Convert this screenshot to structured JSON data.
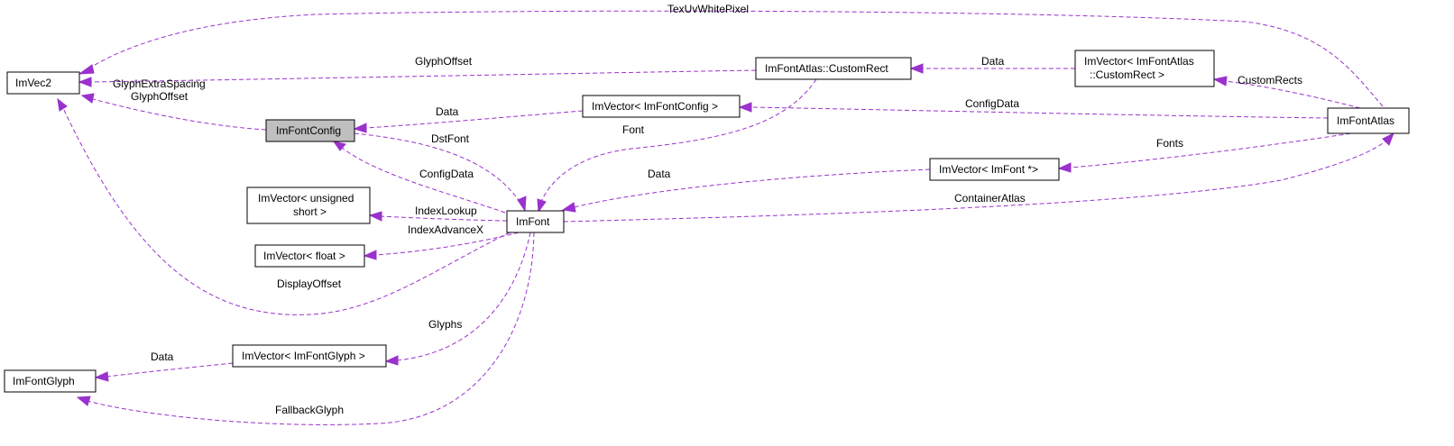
{
  "diagram": {
    "nodes": {
      "imvec2": "ImVec2",
      "imfontconfig": "ImFontConfig",
      "imvector_ushort": [
        "ImVector< unsigned",
        "short >"
      ],
      "imvector_float": "ImVector< float >",
      "imfontglyph": "ImFontGlyph",
      "imvector_imfontglyph": "ImVector< ImFontGlyph >",
      "imfont": "ImFont",
      "imvector_imfontconfig": "ImVector< ImFontConfig >",
      "customrect": "ImFontAtlas::CustomRect",
      "imvector_customrect": [
        "ImVector< ImFontAtlas",
        "::CustomRect >"
      ],
      "imvector_imfontptr": "ImVector< ImFont *>",
      "imfontatlas": "ImFontAtlas"
    },
    "edge_labels": {
      "texuvwhitepixel": "TexUvWhitePixel",
      "glyphoffset_customrect": "GlyphOffset",
      "glyph_extra_spacing": [
        "GlyphExtraSpacing",
        "GlyphOffset"
      ],
      "display_offset": "DisplayOffset",
      "data_customrect": "Data",
      "custom_rects": "CustomRects",
      "config_data_atlas": "ConfigData",
      "data_fontconfig": "Data",
      "dst_font": "DstFont",
      "font": "Font",
      "config_data_font": "ConfigData",
      "fonts": "Fonts",
      "data_fontptr": "Data",
      "container_atlas": "ContainerAtlas",
      "index_lookup": "IndexLookup",
      "index_advance_x": "IndexAdvanceX",
      "glyphs": "Glyphs",
      "data_glyph": "Data",
      "fallback_glyph": "FallbackGlyph"
    },
    "colors": {
      "edge": "#9a32cd",
      "highlight_fill": "#bfbfbf",
      "node_stroke": "#000000"
    }
  }
}
